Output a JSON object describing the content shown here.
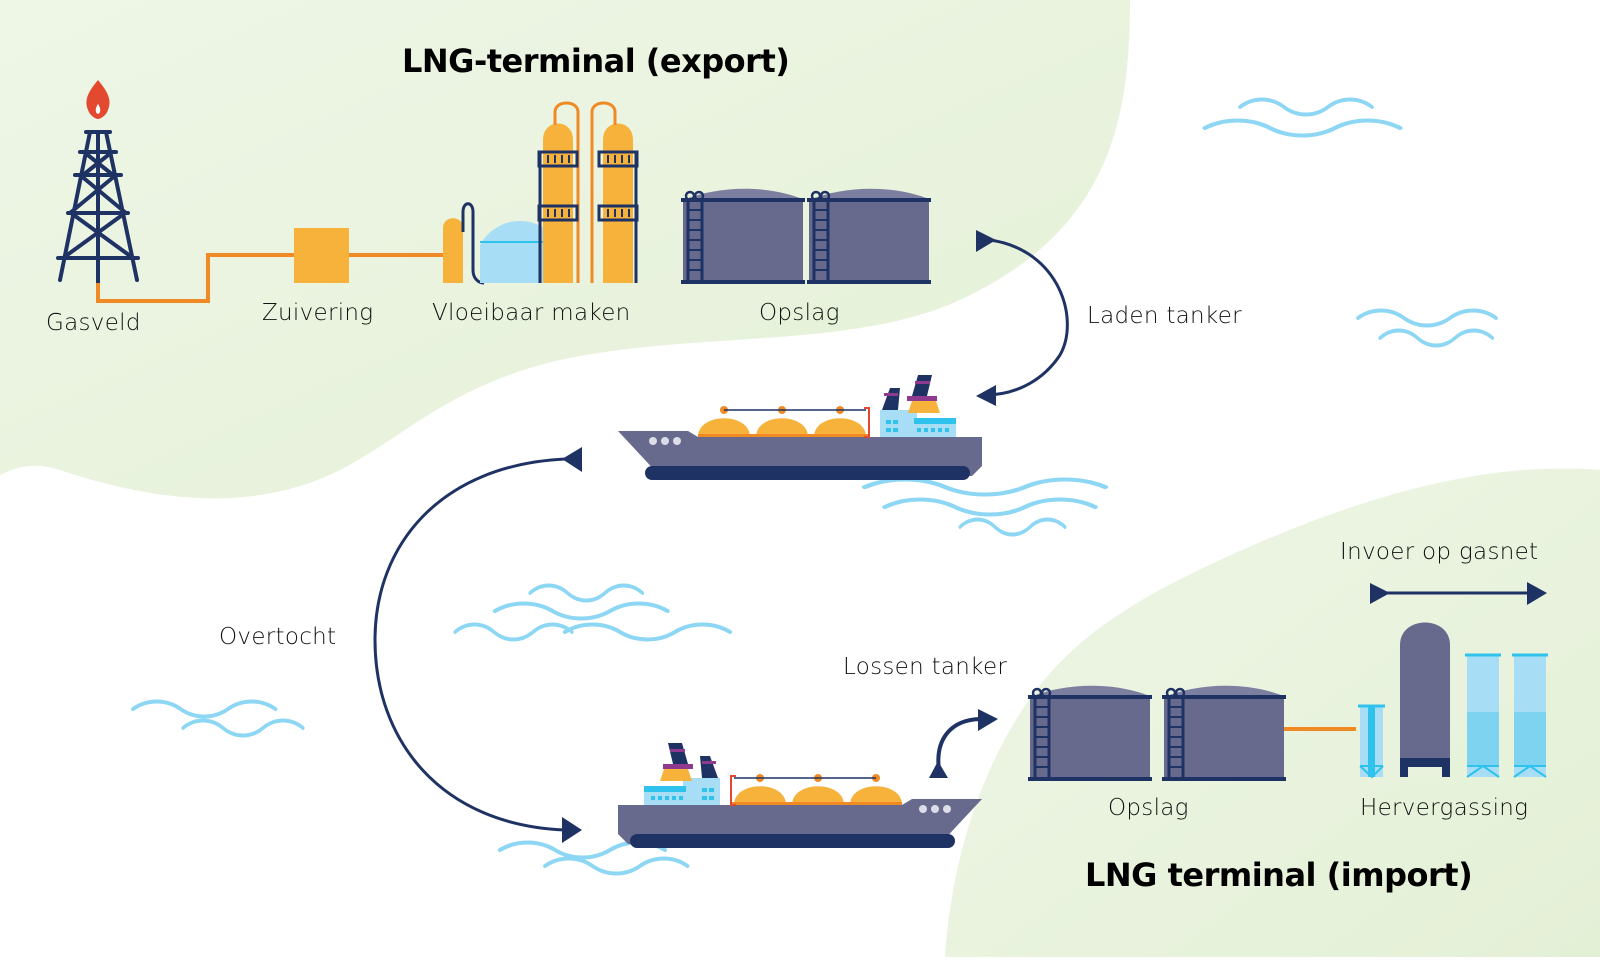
{
  "diagram": {
    "export_terminal": {
      "title": "LNG-terminal (export)",
      "steps": {
        "gas_field": "Gasveld",
        "purification": "Zuivering",
        "liquefaction": "Vloeibaar maken",
        "storage": "Opslag"
      }
    },
    "transport": {
      "loading": "Laden tanker",
      "crossing": "Overtocht",
      "unloading": "Lossen tanker"
    },
    "import_terminal": {
      "title": "LNG terminal (import)",
      "steps": {
        "storage": "Opslag",
        "regasification": "Hervergassing",
        "grid_injection": "Invoer op gasnet"
      }
    }
  },
  "colors": {
    "land": "#e8f2dc",
    "navy": "#1f3264",
    "tank_gray": "#676a8c",
    "orange": "#f7b23b",
    "pipe_orange": "#f08a24",
    "flame_red": "#e2492e",
    "light_blue": "#a8def5",
    "bright_blue": "#2ec2ec",
    "water_blue": "#8dd7f4",
    "purple": "#8e3a8e"
  }
}
